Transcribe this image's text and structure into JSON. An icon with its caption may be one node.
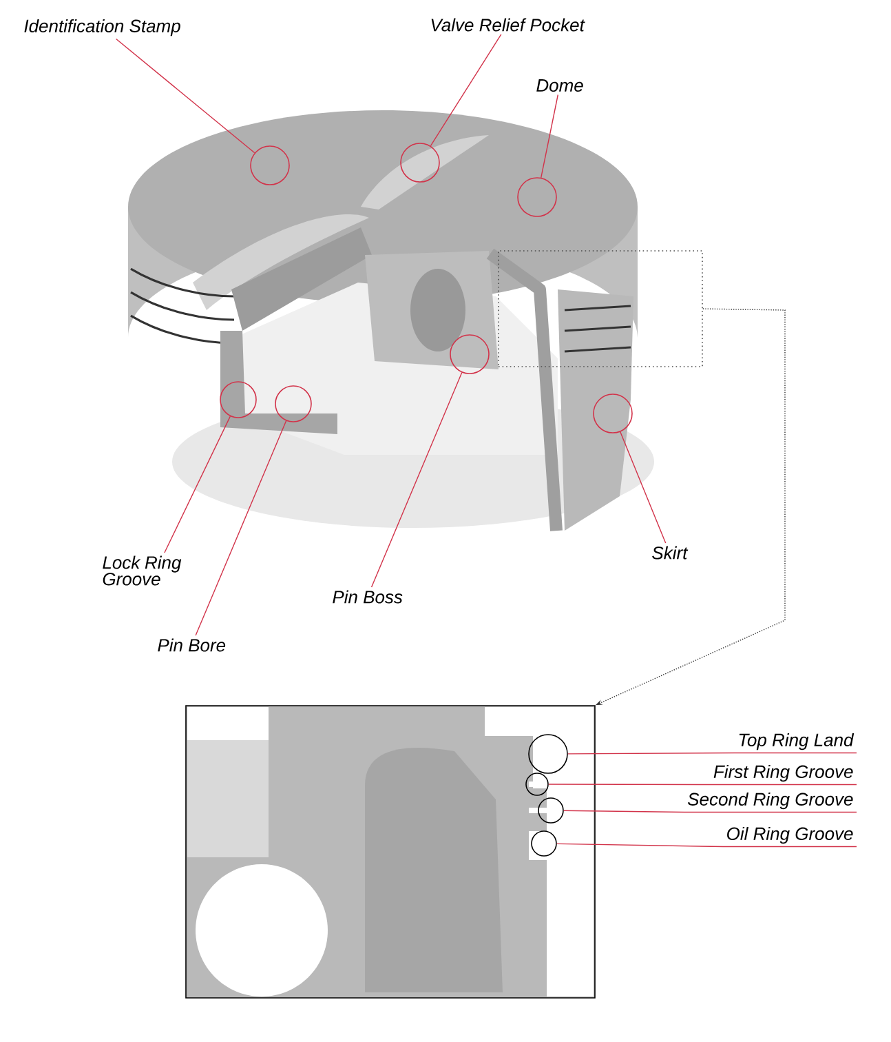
{
  "diagram": {
    "nodes": [
      {
        "text": [
          "Identification Stamp"
        ]
      },
      {
        "text": [
          "Valve Relief Pocket"
        ]
      },
      {
        "text": [
          "Dome"
        ]
      },
      {
        "text": [
          "Lock Ring Groove"
        ]
      },
      {
        "text": [
          "Pin Bore"
        ]
      },
      {
        "text": [
          "Pin Boss"
        ]
      },
      {
        "text": [
          "Skirt"
        ]
      },
      {
        "text": [
          "Top Ring Land"
        ]
      },
      {
        "text": [
          "First Ring Groove"
        ]
      },
      {
        "text": [
          "Second Ring Groove"
        ]
      },
      {
        "text": [
          "Oil Ring Groove"
        ]
      },
      {
        "text": [],
        "shape": "circle"
      },
      {
        "text": [],
        "shape": "circle"
      },
      {
        "text": [],
        "shape": "circle"
      },
      {
        "text": [],
        "shape": "circle"
      },
      {
        "text": [],
        "shape": "circle"
      },
      {
        "text": [],
        "shape": "circle"
      },
      {
        "text": [],
        "shape": "circle"
      },
      {
        "text": [],
        "shape": "box"
      },
      {
        "text": [],
        "shape": "picture"
      },
      {
        "text": [],
        "shape": "circle",
        "in": 19
      },
      {
        "text": [],
        "shape": "circle",
        "in": 19
      },
      {
        "text": [],
        "shape": "circle",
        "in": 19
      },
      {
        "text": [],
        "shape": "circle",
        "in": 19
      }
    ],
    "edges": [
      {
        "from": 0,
        "to": 11,
        "arrow": "none"
      },
      {
        "from": 1,
        "to": 12,
        "arrow": "none"
      },
      {
        "from": 2,
        "to": 13,
        "arrow": "none"
      },
      {
        "from": 3,
        "to": 14,
        "arrow": "none"
      },
      {
        "from": 4,
        "to": 15,
        "arrow": "none"
      },
      {
        "from": 5,
        "to": 16,
        "arrow": "none"
      },
      {
        "from": 6,
        "to": 17,
        "arrow": "none"
      },
      {
        "from": 18,
        "to": 19,
        "arrow": "to",
        "style": "dashed",
        "color": "#333333"
      },
      {
        "from": 7,
        "to": 20,
        "arrow": "none"
      },
      {
        "from": 8,
        "to": 21,
        "arrow": "none"
      },
      {
        "from": 9,
        "to": 22,
        "arrow": "none"
      },
      {
        "from": 10,
        "to": 23,
        "arrow": "none"
      }
    ]
  }
}
